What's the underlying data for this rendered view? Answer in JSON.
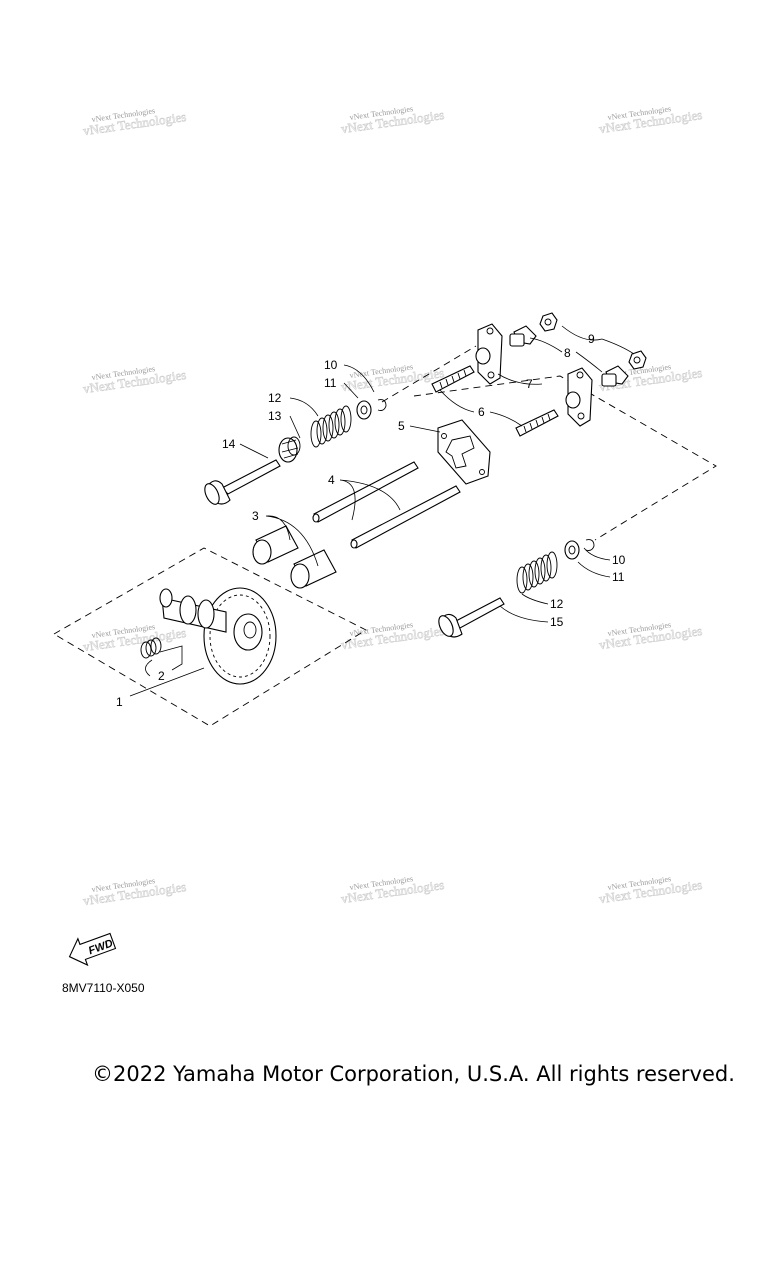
{
  "watermark": {
    "text": "vNext Technologies"
  },
  "callouts": [
    "1",
    "2",
    "3",
    "4",
    "5",
    "6",
    "7",
    "8",
    "9",
    "10",
    "11",
    "12",
    "13",
    "14",
    "15"
  ],
  "callouts_lower": {
    "c10": "10",
    "c11": "11",
    "c12": "12",
    "c15": "15"
  },
  "arrow": {
    "label": "FWD"
  },
  "diagram_code": "8MV7110-X050",
  "copyright": "©2022 Yamaha Motor Corporation, U.S.A. All rights reserved."
}
